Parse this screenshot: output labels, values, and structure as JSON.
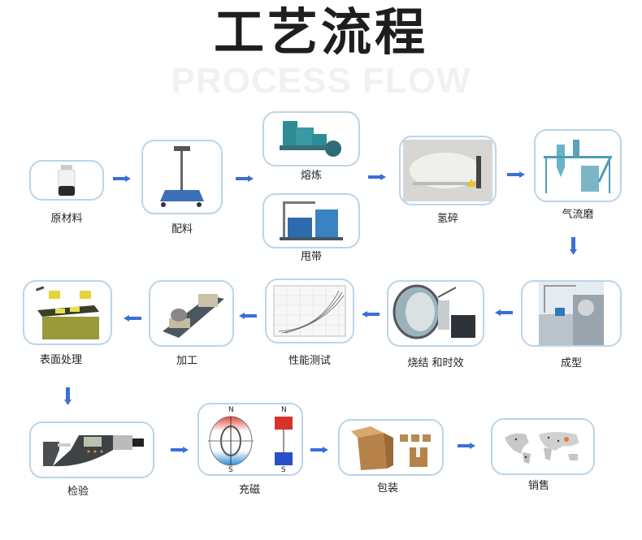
{
  "header": {
    "title": "工艺流程",
    "subtitle": "PROCESS FLOW"
  },
  "steps": [
    {
      "label": "原材料",
      "icon": "powder-bottle-icon"
    },
    {
      "label": "配料",
      "icon": "platform-scale-icon"
    },
    {
      "label": "熔炼",
      "icon": "melting-furnace-icon"
    },
    {
      "label": "甩带",
      "icon": "strip-casting-machine-icon"
    },
    {
      "label": "氢碎",
      "icon": "hydrogen-crusher-icon"
    },
    {
      "label": "气流磨",
      "icon": "jet-mill-icon"
    },
    {
      "label": "成型",
      "icon": "press-machine-icon"
    },
    {
      "label": "烧结 和时效",
      "icon": "sintering-furnace-icon"
    },
    {
      "label": "性能测试",
      "icon": "performance-chart-icon"
    },
    {
      "label": "加工",
      "icon": "machining-part-icon"
    },
    {
      "label": "表面处理",
      "icon": "surface-treatment-icon"
    },
    {
      "label": "检验",
      "icon": "micrometer-icon"
    },
    {
      "label": "充磁",
      "icon": "magnetizing-icon"
    },
    {
      "label": "包装",
      "icon": "cardboard-boxes-icon"
    },
    {
      "label": "销售",
      "icon": "world-map-icon"
    }
  ],
  "magnet_poles": {
    "north": "N",
    "south": "S"
  },
  "colors": {
    "arrow": "#3a6fd8",
    "box_border": "#bcd5ea",
    "title": "#1e1e1e"
  }
}
